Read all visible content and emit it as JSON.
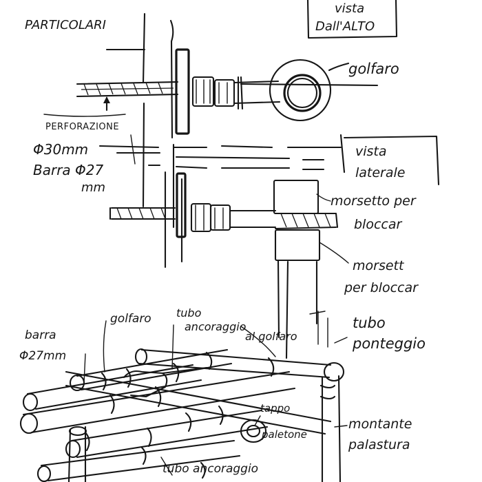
{
  "labels": {
    "particolari": "PARTICOLARI",
    "vista_dall_alto_line1": "vista",
    "vista_dall_alto_line2": "Dall'ALTO",
    "golfaro_top": "golfaro",
    "perforazione": "PERFORAZIONE",
    "diametro_30": "Φ30mm",
    "barra_27_line1": "Barra Φ27",
    "barra_27_line2": "mm",
    "vista_laterale_line1": "vista",
    "vista_laterale_line2": "laterale",
    "morsetto_top_line1": "morsetto per",
    "morsetto_top_line2": "bloccar",
    "morsetto_bottom_line1": "morsett",
    "morsetto_bottom_line2": "per bloccar",
    "barra_bottom_line1": "barra",
    "barra_bottom_line2": "Φ27mm",
    "golfaro_bottom": "golfaro",
    "tubo_ancoraggio_golfaro_line1": "tubo",
    "tubo_ancoraggio_golfaro_line2": "ancoraggio",
    "tubo_ancoraggio_golfaro_line3": "al golfaro",
    "tubo_ponteggio_line1": "tubo",
    "tubo_ponteggio_line2": "ponteggio",
    "tappo_line1": "tappo",
    "tappo_line2": "paletone",
    "montante_line1": "montante",
    "montante_line2": "palastura",
    "tubo_ancoraggio_bottom_line1": "tubo ancoraggio"
  },
  "colors": {
    "ink": "#161616",
    "paper": "#ffffff"
  }
}
